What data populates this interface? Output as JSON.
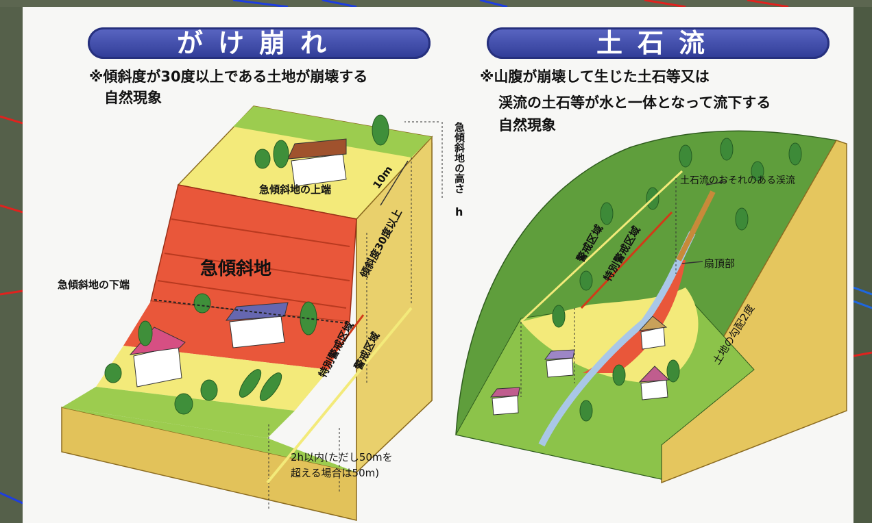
{
  "left": {
    "title": "がけ崩れ",
    "note_line1": "※傾斜度が30度以上である土地が崩壊する",
    "note_line2": "自然現象",
    "slope_label": "急傾斜地",
    "top_edge": "急傾斜地の上端",
    "bottom_edge": "急傾斜地の下端",
    "height_label": "急傾斜地の高さ",
    "height_symbol": "h",
    "ten_m": "10m",
    "angle_label": "傾斜度30度以上",
    "special_zone": "特別警戒区域",
    "warning_zone": "警戒区域",
    "distance_line1": "2h以内(ただし50mを",
    "distance_line2": "超える場合は50m)"
  },
  "right": {
    "title": "土石流",
    "note_line1": "※山腹が崩壊して生じた土石等又は",
    "note_line2": "渓流の土石等が水と一体となって流下する",
    "note_line3": "自然現象",
    "stream_label": "土石流のおそれのある渓流",
    "fan_label": "扇頂部",
    "warning_zone": "警戒区域",
    "special_zone": "特別警戒区域",
    "gradient_label": "土地の勾配2度"
  },
  "colors": {
    "title_pill": "#3a46a8",
    "danger_red": "#e9573a",
    "caution_yellow": "#f3ea7a",
    "grass_green": "#8cc34a",
    "soil": "#e6c765"
  }
}
